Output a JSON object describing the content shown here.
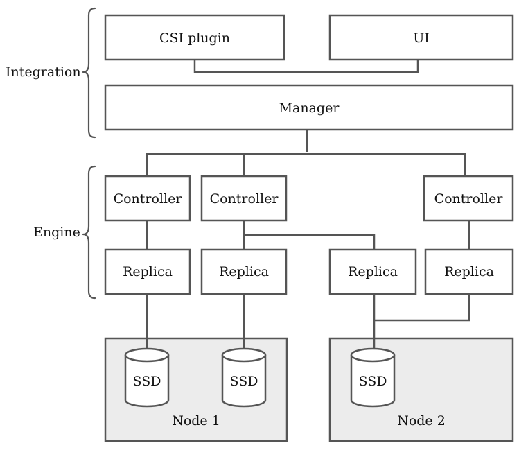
{
  "groups": {
    "integration": "Integration",
    "engine": "Engine"
  },
  "boxes": {
    "csi_plugin": "CSI plugin",
    "ui": "UI",
    "manager": "Manager",
    "controller_1": "Controller",
    "controller_2": "Controller",
    "controller_3": "Controller",
    "replica_1": "Replica",
    "replica_2": "Replica",
    "replica_3": "Replica",
    "replica_4": "Replica"
  },
  "nodes": {
    "node_1": "Node 1",
    "node_2": "Node 2"
  },
  "disks": {
    "ssd_1": "SSD",
    "ssd_2": "SSD",
    "ssd_3": "SSD"
  }
}
